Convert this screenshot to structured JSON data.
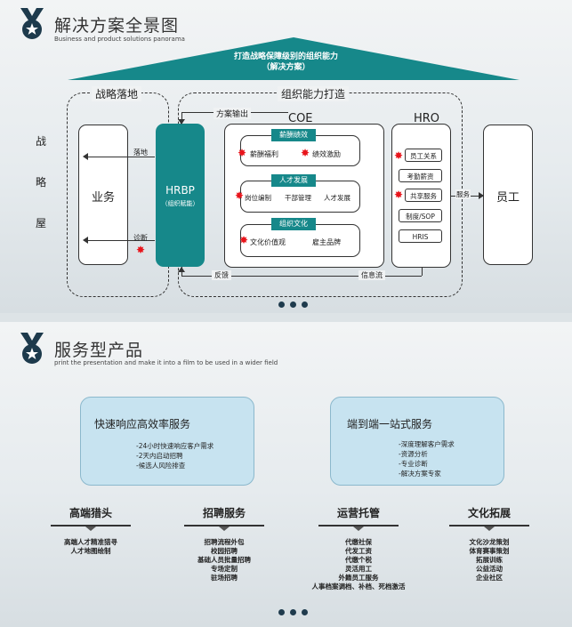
{
  "slide1": {
    "title": "解决方案全景图",
    "subtitle": "Business and product solutions panorama",
    "roof_line1": "打造战略保障级别的组织能力",
    "roof_line2": "（解决方案）",
    "left_group_label": "战略落地",
    "right_group_label": "组织能力打造",
    "side_label_1": "战",
    "side_label_2": "略",
    "side_label_3": "屋",
    "business_box": "业务",
    "arrow_land": "落地",
    "arrow_diagnose": "诊断",
    "hrbp_title": "HRBP",
    "hrbp_sub": "（组织赋能）",
    "solution_output": "方案输出",
    "coe_title": "COE",
    "hro_title": "HRO",
    "coe_groups": [
      {
        "tag": "薪酬绩效",
        "items": [
          "薪酬福利",
          "绩效激励"
        ]
      },
      {
        "tag": "人才发展",
        "items": [
          "岗位编制",
          "干部管理",
          "人才发展"
        ]
      },
      {
        "tag": "组织文化",
        "items": [
          "文化价值观",
          "雇主品牌"
        ]
      }
    ],
    "hro_items": [
      "员工关系",
      "考勤薪资",
      "共享服务",
      "制度/SOP",
      "HRIS"
    ],
    "service_label": "服务",
    "employee_box": "员工",
    "feedback_label": "反馈",
    "info_flow_label": "信息流",
    "accent_color": "#16888a",
    "star_color": "#e8141b"
  },
  "slide2": {
    "title": "服务型产品",
    "subtitle": "print the presentation and make it into a film to be used in a wider field",
    "cards": [
      {
        "title": "快速响应高效率服务",
        "lines": [
          "-24小时快速响应客户需求",
          "-2天内启动招聘",
          "-候选人风险排查"
        ]
      },
      {
        "title": "端到端一站式服务",
        "lines": [
          "-深度理解客户需求",
          "-资源分析",
          "-专业诊断",
          "-解决方案专家"
        ]
      }
    ],
    "categories": [
      {
        "title": "高端猎头",
        "items": [
          "高端人才精准猎寻",
          "人才地图绘制"
        ]
      },
      {
        "title": "招聘服务",
        "items": [
          "招聘流程外包",
          "校园招聘",
          "基础人员批量招聘",
          "专场定制",
          "驻场招聘"
        ]
      },
      {
        "title": "运营托管",
        "items": [
          "代缴社保",
          "代发工资",
          "代缴个税",
          "灵活用工",
          "外籍员工服务",
          "人事档案调档、补档、死档激活"
        ]
      },
      {
        "title": "文化拓展",
        "items": [
          "文化沙龙策划",
          "体育赛事策划",
          "拓展训练",
          "公益活动",
          "企业社区"
        ]
      }
    ],
    "card_color": "#c7e3f0"
  }
}
